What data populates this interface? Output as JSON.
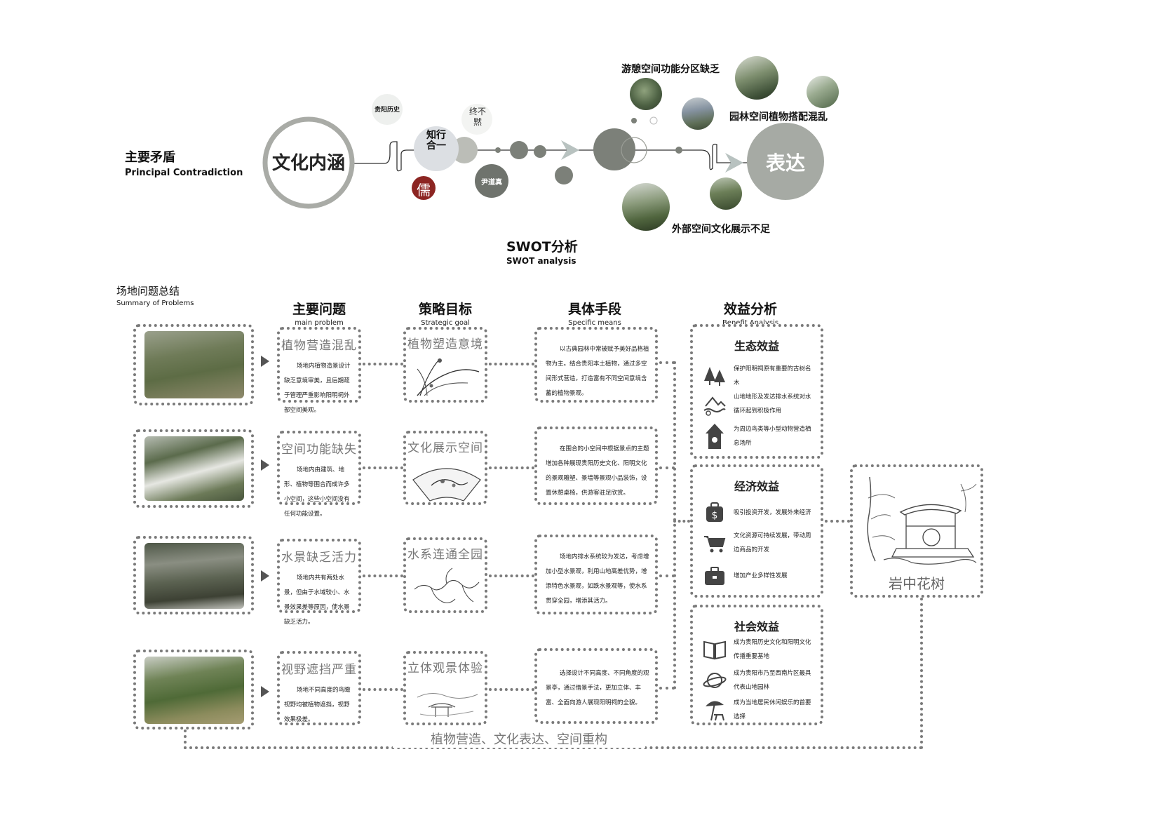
{
  "principal": {
    "title_zh": "主要矛盾",
    "title_en": "Principal Contradiction"
  },
  "flow": {
    "left_circle": "文化内涵",
    "right_circle": "表达",
    "seal_history": "贵阳历史",
    "seal_zhixing": "知行合一",
    "seal_zhongbu": "终不黙",
    "seal_ru": "儒",
    "seal_yin": "尹道真",
    "problem_1": "游憩空间功能分区缺乏",
    "problem_2": "园林空间植物搭配混乱",
    "problem_3": "外部空间文化展示不足"
  },
  "swot": {
    "title_zh": "SWOT分析",
    "title_en": "SWOT analysis"
  },
  "summary": {
    "title_zh": "场地问题总结",
    "title_en": "Summary of Problems"
  },
  "columns": {
    "problem": {
      "zh": "主要问题",
      "en": "main problem"
    },
    "goal": {
      "zh": "策略目标",
      "en": "Strategic goal"
    },
    "means": {
      "zh": "具体手段",
      "en": "Specific means"
    },
    "benefit": {
      "zh": "效益分析",
      "en": "Benefit Analysis"
    }
  },
  "rows": [
    {
      "problem_title": "植物营造混乱",
      "problem_text": "场地内植物造景设计缺乏意境审美，且后期疏于管理严重影响阳明祠外部空间美观。",
      "goal_title": "植物塑造意境",
      "means_text": "以古典园林中常被赋予美好品格植物为主。结合贵阳本土植物，通过多空间形式营造，打造富有不同空间意境含蓄的植物景观。"
    },
    {
      "problem_title": "空间功能缺失",
      "problem_text": "场地内由建筑、地形、植物等围合而成许多小空间，这些小空间没有任何功能设置。",
      "goal_title": "文化展示空间",
      "means_text": "在围合的小空间中根据景点的主题增加各种展现贵阳历史文化、阳明文化的景观雕塑、景墙等景观小品装饰，设置休憩桌椅，供游客驻足欣赏。"
    },
    {
      "problem_title": "水景缺乏活力",
      "problem_text": "场地内共有两处水景，但由于水域较小、水景效果差等原因，使水景缺乏活力。",
      "goal_title": "水系连通全园",
      "means_text": "场地内排水系统较为发达，考虑增加小型水景观，利用山地高差优势，增添特色水景观，如跌水景观等，使水系贯穿全园，增添其活力。"
    },
    {
      "problem_title": "视野遮挡严重",
      "problem_text": "场地不同高度的鸟瞰视野均被植物遮挡，视野效果极差。",
      "goal_title": "立体观景体验",
      "means_text": "选择设计不同高度、不同角度的观景亭，通过借景手法，更加立体、丰富、全面向游人展现阳明祠的全貌。"
    }
  ],
  "benefits": {
    "eco": {
      "title": "生态效益",
      "items": [
        "保护阳明祠原有重要的古树名木",
        "山地地形及发达排水系统对水循环起到积极作用",
        "为周边鸟类等小型动物营造栖息场所"
      ],
      "icons": [
        "trees-icon",
        "mountain-water-icon",
        "birdhouse-icon"
      ]
    },
    "econ": {
      "title": "经济效益",
      "items": [
        "吸引投资开发，发展外来经济",
        "文化资源可持续发展，带动周边商品的开发",
        "增加产业多样性发展"
      ],
      "icons": [
        "money-bag-icon",
        "shopping-cart-icon",
        "briefcase-icon"
      ]
    },
    "social": {
      "title": "社会效益",
      "items": [
        "成为贵阳历史文化和阳明文化传播重要基地",
        "成为贵阳市乃至西南片区最具代表山地园林",
        "成为当地居民休闲娱乐的首要选择"
      ],
      "icons": [
        "book-icon",
        "planet-icon",
        "umbrella-chair-icon"
      ]
    }
  },
  "final": {
    "label": "岩中花树"
  },
  "bottom_label": "植物营造、文化表达、空间重构"
}
